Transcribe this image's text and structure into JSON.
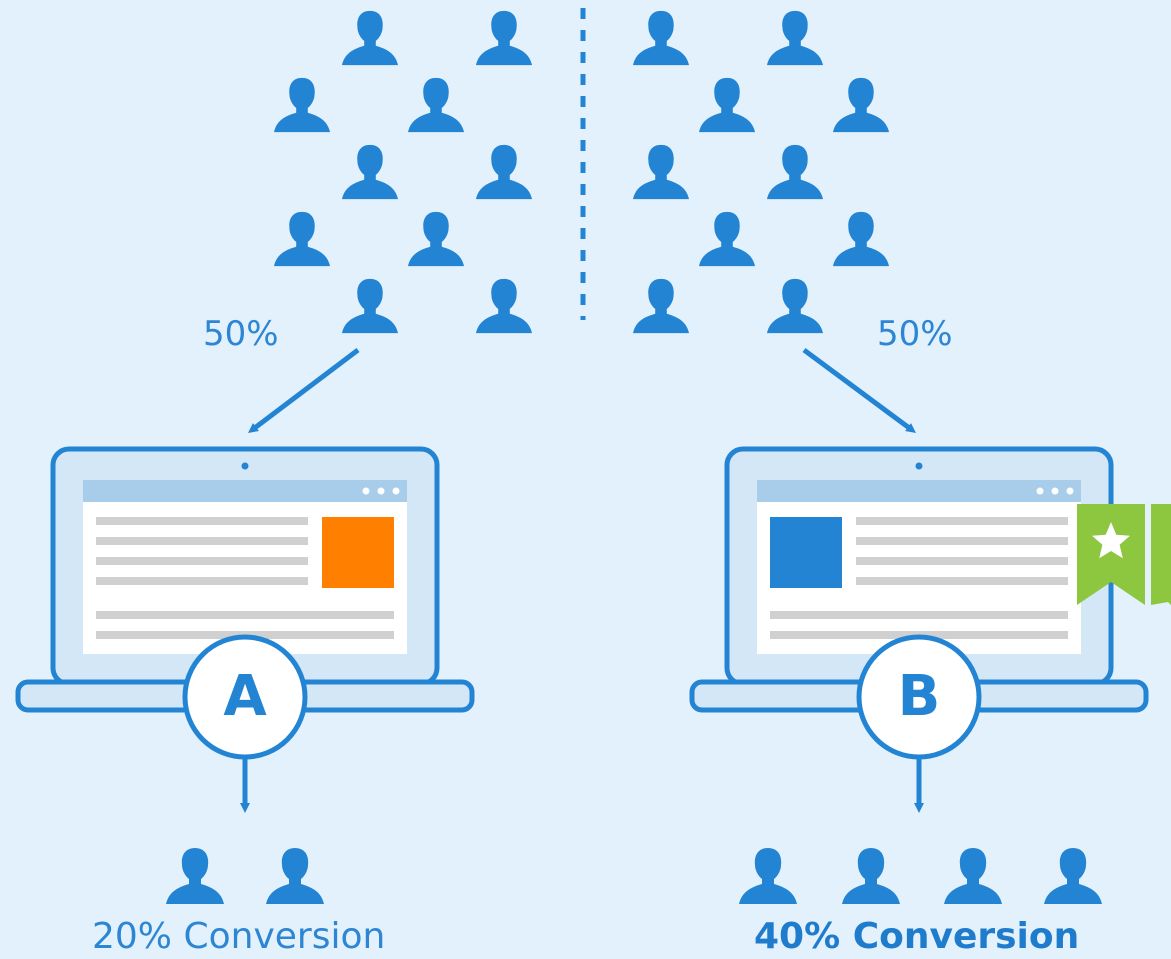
{
  "split": {
    "left_percent": "50%",
    "right_percent": "50%"
  },
  "variant_a": {
    "label": "A",
    "conversion": "20% Conversion"
  },
  "variant_b": {
    "label": "B",
    "conversion": "40% Conversion"
  },
  "icons": {
    "user": "person-icon",
    "winner": "ribbon-star-icon"
  },
  "colors": {
    "background": "#e3f1fc",
    "primary_blue": "#2384d4",
    "orange_block": "#ff7f00",
    "winner_green": "#8dc63f"
  }
}
